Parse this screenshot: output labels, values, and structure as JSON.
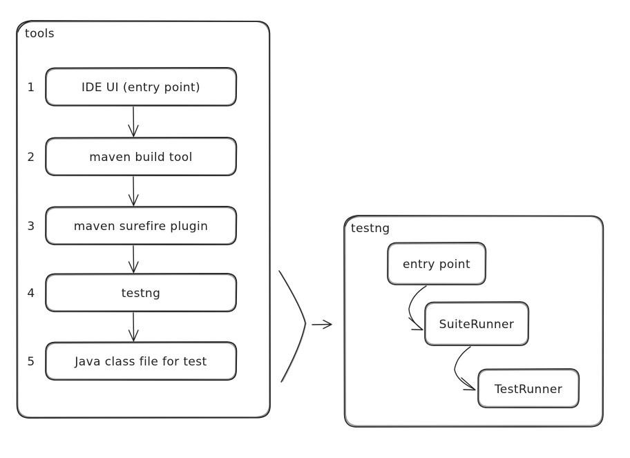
{
  "diagram": {
    "title_visible": false,
    "background": "#ffffff",
    "ink_color": "#1e1e1e",
    "accent_green": "#a7d8a7",
    "green_fill_light": "#e8f6e8"
  },
  "left_group": {
    "label": "tools",
    "steps": [
      {
        "number": "1",
        "label": "IDE UI (entry point)"
      },
      {
        "number": "2",
        "label": "maven build tool"
      },
      {
        "number": "3",
        "label": "maven surefire plugin"
      },
      {
        "number": "4",
        "label": "testng"
      },
      {
        "number": "5",
        "label": "Java class file for test"
      }
    ],
    "arrows": [
      {
        "from": "1",
        "to": "2"
      },
      {
        "from": "2",
        "to": "3"
      },
      {
        "from": "3",
        "to": "4"
      },
      {
        "from": "4",
        "to": "5"
      }
    ]
  },
  "connector": {
    "brace_name": "curly-brace",
    "arrow_name": "right-arrow",
    "arrow_glyph": "→"
  },
  "right_group": {
    "label": "testng",
    "nodes": [
      {
        "id": "entry-point",
        "label": "entry point"
      },
      {
        "id": "suite-runner",
        "label": "SuiteRunner"
      },
      {
        "id": "test-runner",
        "label": "TestRunner"
      }
    ],
    "arrows": [
      {
        "from": "entry point",
        "to": "SuiteRunner"
      },
      {
        "from": "SuiteRunner",
        "to": "TestRunner"
      }
    ]
  }
}
